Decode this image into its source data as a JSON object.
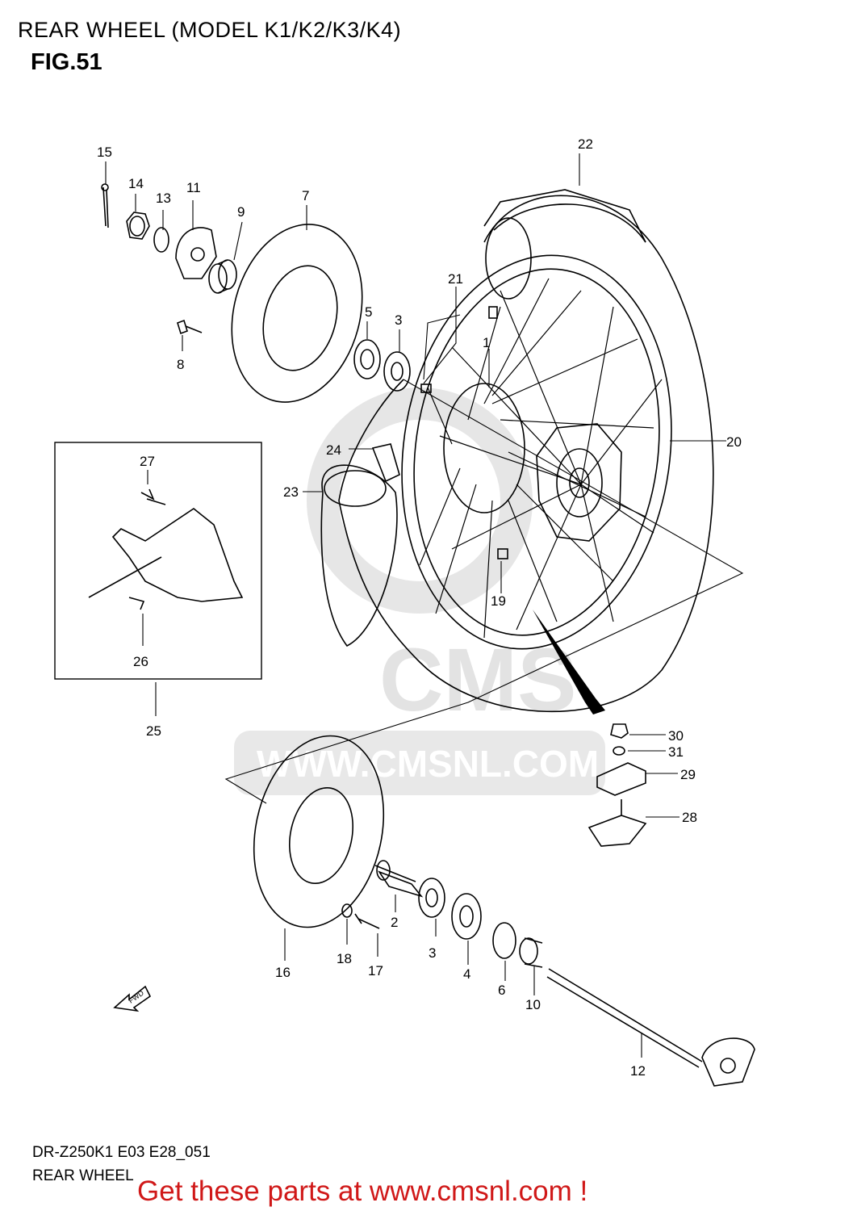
{
  "header": {
    "title": "REAR WHEEL (MODEL K1/K2/K3/K4)",
    "figure": "FIG.51"
  },
  "watermark": {
    "brand": "CMS",
    "url": "WWW.CMSNL.COM"
  },
  "fwd_marker": "FWD",
  "callouts": [
    "1",
    "2",
    "3",
    "3",
    "4",
    "5",
    "6",
    "7",
    "8",
    "9",
    "10",
    "11",
    "12",
    "13",
    "14",
    "15",
    "16",
    "17",
    "18",
    "19",
    "20",
    "21",
    "22",
    "23",
    "24",
    "25",
    "26",
    "27",
    "28",
    "29",
    "30",
    "31"
  ],
  "footer": {
    "code": "DR-Z250K1 E03 E28_051",
    "name": "REAR WHEEL",
    "cta": "Get these parts at www.cmsnl.com !"
  },
  "colors": {
    "cta": "#d01818",
    "line": "#000000",
    "watermark": "#d6d6d6"
  }
}
